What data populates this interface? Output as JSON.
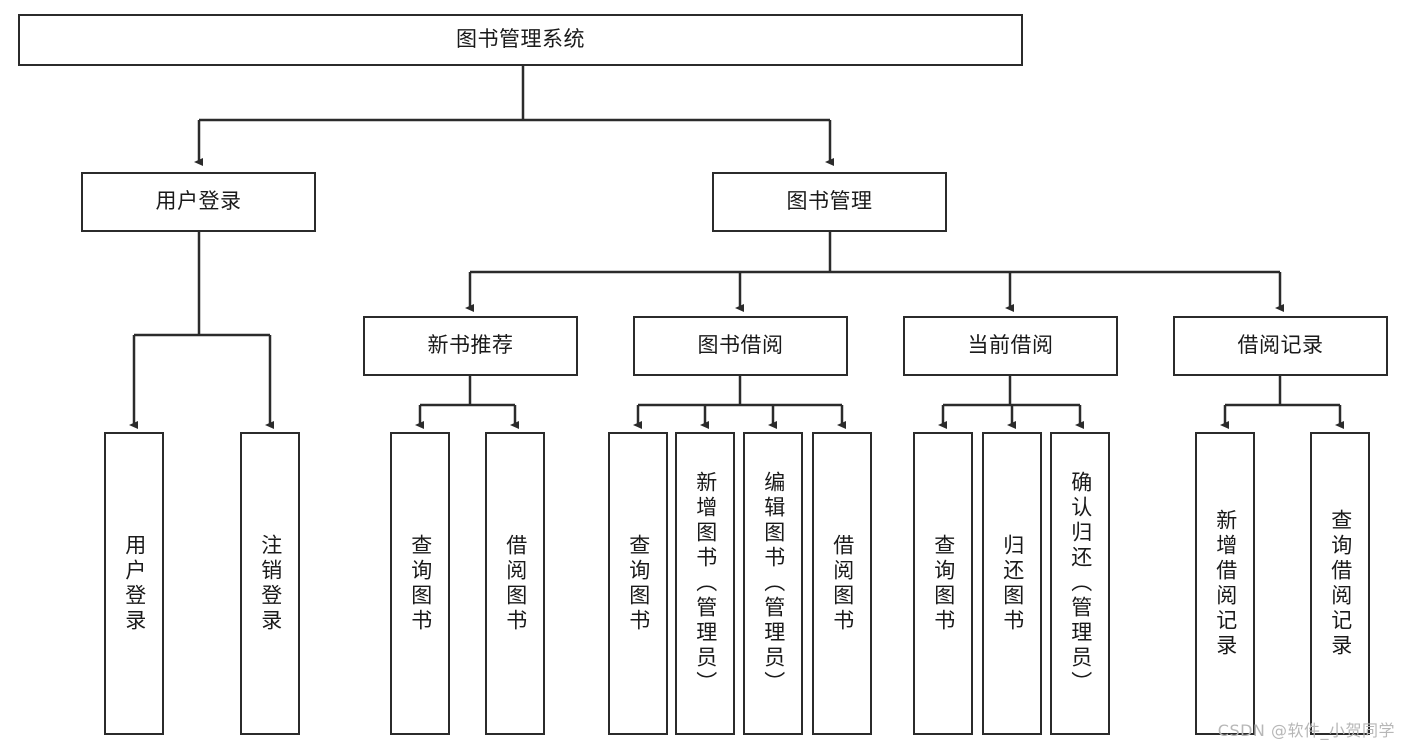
{
  "diagram": {
    "title": "图书管理系统",
    "type": "tree-hierarchy",
    "root": {
      "label": "图书管理系统"
    },
    "level2": [
      {
        "label": "用户登录"
      },
      {
        "label": "图书管理"
      }
    ],
    "level3": [
      {
        "label": "新书推荐"
      },
      {
        "label": "图书借阅"
      },
      {
        "label": "当前借阅"
      },
      {
        "label": "借阅记录"
      }
    ],
    "leaves": {
      "user_login": [
        {
          "label": "用户登录"
        },
        {
          "label": "注销登录"
        }
      ],
      "new_book_recommend": [
        {
          "label": "查询图书"
        },
        {
          "label": "借阅图书"
        }
      ],
      "book_borrow": [
        {
          "label": "查询图书"
        },
        {
          "label": "新增图书（管理员）"
        },
        {
          "label": "编辑图书（管理员）"
        },
        {
          "label": "借阅图书"
        }
      ],
      "current_borrow": [
        {
          "label": "查询图书"
        },
        {
          "label": "归还图书"
        },
        {
          "label": "确认归还（管理员）"
        }
      ],
      "borrow_record": [
        {
          "label": "新增借阅记录"
        },
        {
          "label": "查询借阅记录"
        }
      ]
    }
  },
  "watermark": {
    "text": "CSDN @软件_小贺同学"
  },
  "colors": {
    "stroke": "#2b2b2b",
    "background": "#ffffff",
    "text": "#1a1a1a",
    "watermark": "#b7b7b7"
  }
}
